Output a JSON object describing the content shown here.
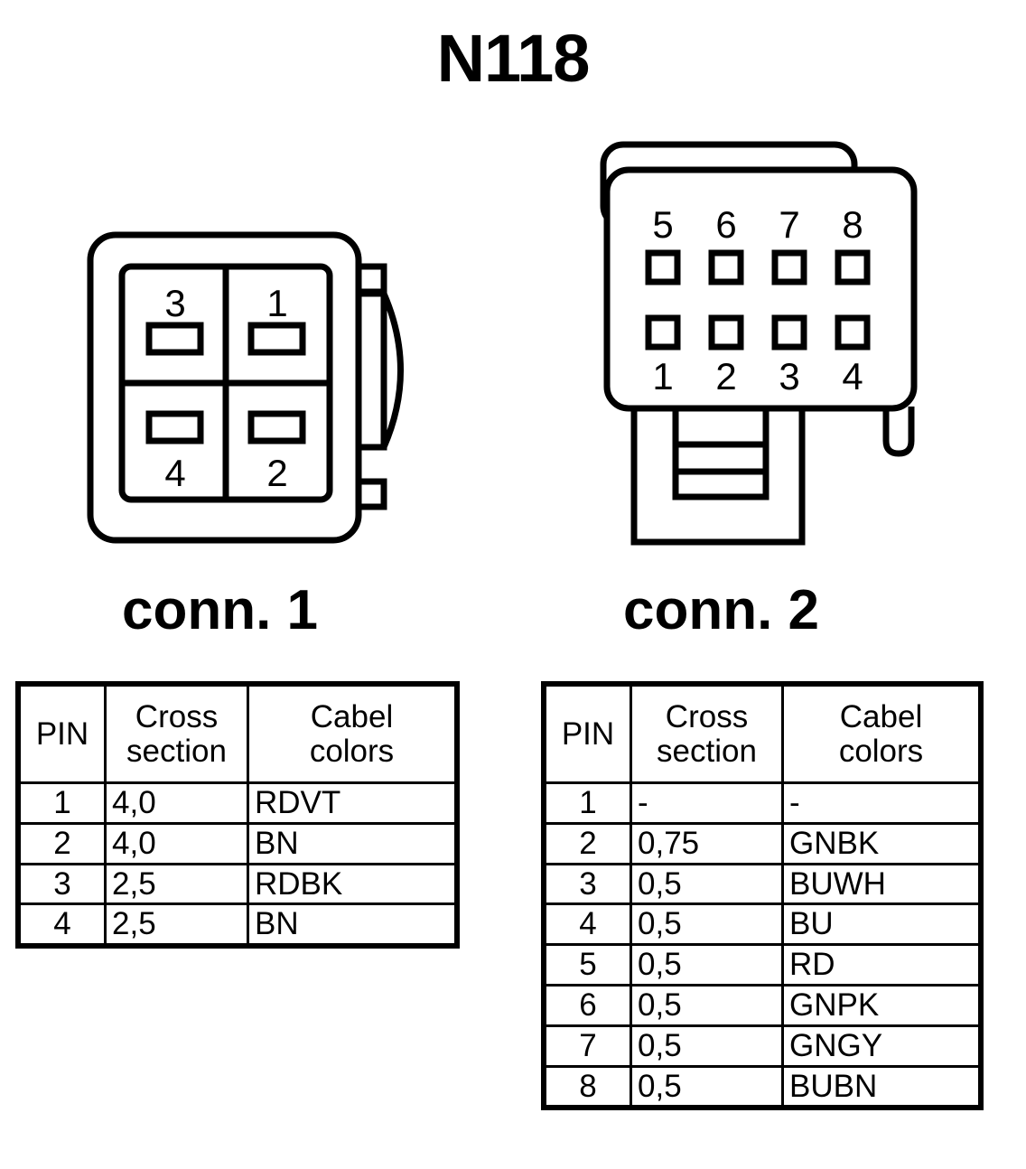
{
  "title": "N118",
  "connectors": [
    {
      "id": "conn1",
      "label": "conn. 1",
      "type": "4-pin-rect-connector",
      "pin_layout": {
        "rows": [
          [
            "3",
            "1"
          ],
          [
            "4",
            "2"
          ]
        ],
        "number_position": [
          "above",
          "below"
        ]
      },
      "table": {
        "headers": [
          "PIN",
          "Cross section",
          "Cabel colors"
        ],
        "header_lines": [
          [
            "PIN"
          ],
          [
            "Cross",
            "section"
          ],
          [
            "Cabel",
            "colors"
          ]
        ],
        "rows": [
          {
            "pin": "1",
            "cross_section": "4,0",
            "cable_colors": "RDVT"
          },
          {
            "pin": "2",
            "cross_section": "4,0",
            "cable_colors": "BN"
          },
          {
            "pin": "3",
            "cross_section": "2,5",
            "cable_colors": "RDBK"
          },
          {
            "pin": "4",
            "cross_section": "2,5",
            "cable_colors": "BN"
          }
        ]
      }
    },
    {
      "id": "conn2",
      "label": "conn. 2",
      "type": "8-pin-rect-connector",
      "pin_layout": {
        "top_row": [
          "5",
          "6",
          "7",
          "8"
        ],
        "bottom_row": [
          "1",
          "2",
          "3",
          "4"
        ],
        "number_position": [
          "above",
          "below"
        ]
      },
      "table": {
        "headers": [
          "PIN",
          "Cross section",
          "Cabel colors"
        ],
        "header_lines": [
          [
            "PIN"
          ],
          [
            "Cross",
            "section"
          ],
          [
            "Cabel",
            "colors"
          ]
        ],
        "rows": [
          {
            "pin": "1",
            "cross_section": "-",
            "cable_colors": "-"
          },
          {
            "pin": "2",
            "cross_section": "0,75",
            "cable_colors": "GNBK"
          },
          {
            "pin": "3",
            "cross_section": "0,5",
            "cable_colors": "BUWH"
          },
          {
            "pin": "4",
            "cross_section": "0,5",
            "cable_colors": "BU"
          },
          {
            "pin": "5",
            "cross_section": "0,5",
            "cable_colors": "RD"
          },
          {
            "pin": "6",
            "cross_section": "0,5",
            "cable_colors": "GNPK"
          },
          {
            "pin": "7",
            "cross_section": "0,5",
            "cable_colors": "GNGY"
          },
          {
            "pin": "8",
            "cross_section": "0,5",
            "cable_colors": "BUBN"
          }
        ]
      }
    }
  ],
  "colors": {
    "line": "#000000",
    "background": "#ffffff"
  }
}
